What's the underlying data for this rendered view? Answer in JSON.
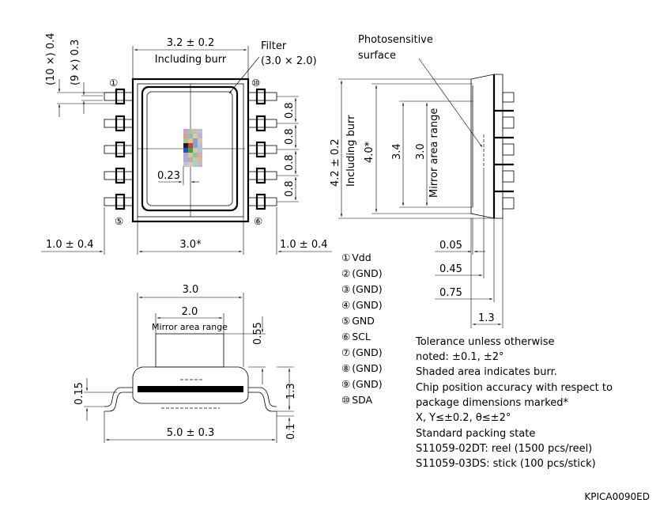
{
  "top_view": {
    "dim_package_width": "3.2 ± 0.2",
    "dim_package_width_note": "Including burr",
    "filter_label": "Filter",
    "filter_size": "(3.0 × 2.0)",
    "dim_pitch_total": "(10 ×) 0.4",
    "dim_pitch_9": "(9 ×) 0.3",
    "pin1_marker": "①",
    "pin10_marker": "⑩",
    "pin5_marker": "⑤",
    "pin6_marker": "⑥",
    "pitch_labels": [
      "0.8",
      "0.8",
      "0.8",
      "0.8"
    ],
    "dim_023": "0.23",
    "dim_left_lead": "1.0 ± 0.4",
    "dim_body": "3.0*",
    "dim_right_lead": "1.0 ± 0.4"
  },
  "side_view": {
    "photo_label_line1": "Photosensitive",
    "photo_label_line2": "surface",
    "dim_height": "4.2 ± 0.2",
    "dim_height_note": "Including burr",
    "dim_height_40": "4.0*",
    "dim_34": "3.4",
    "dim_30": "3.0",
    "mirror_range": "Mirror area range",
    "dim_005": "0.05",
    "dim_045": "0.45",
    "dim_075": "0.75",
    "dim_13": "1.3"
  },
  "front_view": {
    "dim_30": "3.0",
    "dim_20": "2.0",
    "mirror_range": "Mirror area range",
    "dim_055": "0.55",
    "dim_015": "0.15",
    "dim_13": "1.3",
    "dim_01": "0.1",
    "dim_total": "5.0 ± 0.3"
  },
  "pins": [
    {
      "num": "①",
      "name": "Vdd"
    },
    {
      "num": "②",
      "name": "(GND)"
    },
    {
      "num": "③",
      "name": "(GND)"
    },
    {
      "num": "④",
      "name": "(GND)"
    },
    {
      "num": "⑤",
      "name": "GND"
    },
    {
      "num": "⑥",
      "name": "SCL"
    },
    {
      "num": "⑦",
      "name": "(GND)"
    },
    {
      "num": "⑧",
      "name": "(GND)"
    },
    {
      "num": "⑨",
      "name": "(GND)"
    },
    {
      "num": "⑩",
      "name": "SDA"
    }
  ],
  "notes": [
    "Tolerance unless otherwise",
    "noted: ±0.1, ±2°",
    "Shaded area indicates burr.",
    "Chip position accuracy with respect to",
    "package dimensions marked*",
    "X, Y≤±0.2, θ≤±2°",
    "Standard packing state",
    "S11059-02DT: reel (1500 pcs/reel)",
    "S11059-03DS: stick (100 pcs/stick)"
  ],
  "drawing_code": "KPICA0090ED"
}
